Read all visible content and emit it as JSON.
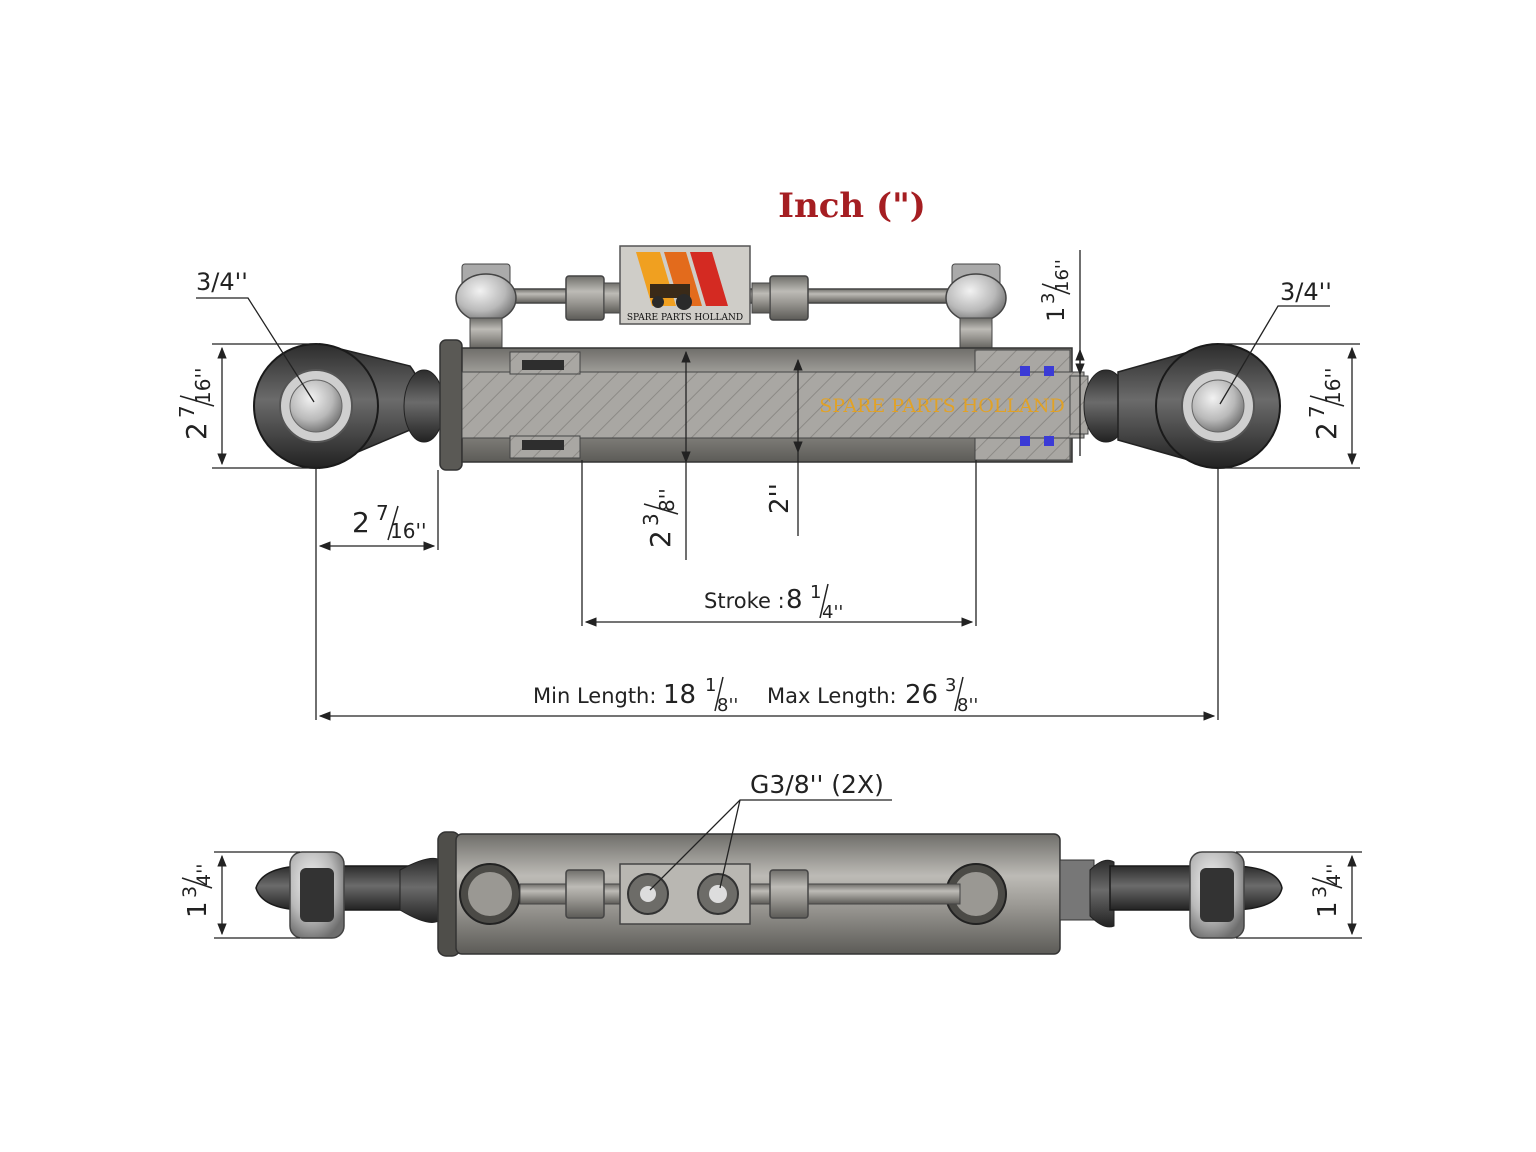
{
  "title": "Inch (\")",
  "brand_label": "SPARE PARTS HOLLAND",
  "watermark": "SPARE PARTS HOLLAND",
  "colors": {
    "title": "#a51e22",
    "metal": "#8c8a86",
    "metal_dark": "#55544f",
    "rubber": "#3a3a3a",
    "seal": "#3b3bd6",
    "watermark": "#e8a21a"
  },
  "top_view": {
    "left_eye_diameter": "3/4''",
    "right_eye_diameter": "3/4''",
    "left_eye_height": {
      "whole": "2",
      "num": "7",
      "den": "16''"
    },
    "right_eye_height": {
      "whole": "2",
      "num": "7",
      "den": "16''"
    },
    "rod_end_offset": {
      "whole": "1",
      "num": "3",
      "den": "16''"
    },
    "eye_to_cylinder": {
      "whole": "2",
      "num": "7",
      "den": "16''"
    },
    "cylinder_diameter": {
      "whole": "2",
      "num": "3",
      "den": "8''"
    },
    "rod_diameter": "2''",
    "stroke": {
      "label": "Stroke :",
      "whole": "8",
      "num": "1",
      "den": "4''"
    },
    "min_length": {
      "label": "Min Length:",
      "whole": "18",
      "num": "1",
      "den": "8''"
    },
    "max_length": {
      "label": "Max Length:",
      "whole": "26",
      "num": "3",
      "den": "8''"
    }
  },
  "bottom_view": {
    "port_label": "G3/8'' (2X)",
    "left_eye_width": {
      "whole": "1",
      "num": "3",
      "den": "4''"
    },
    "right_eye_width": {
      "whole": "1",
      "num": "3",
      "den": "4''"
    }
  }
}
